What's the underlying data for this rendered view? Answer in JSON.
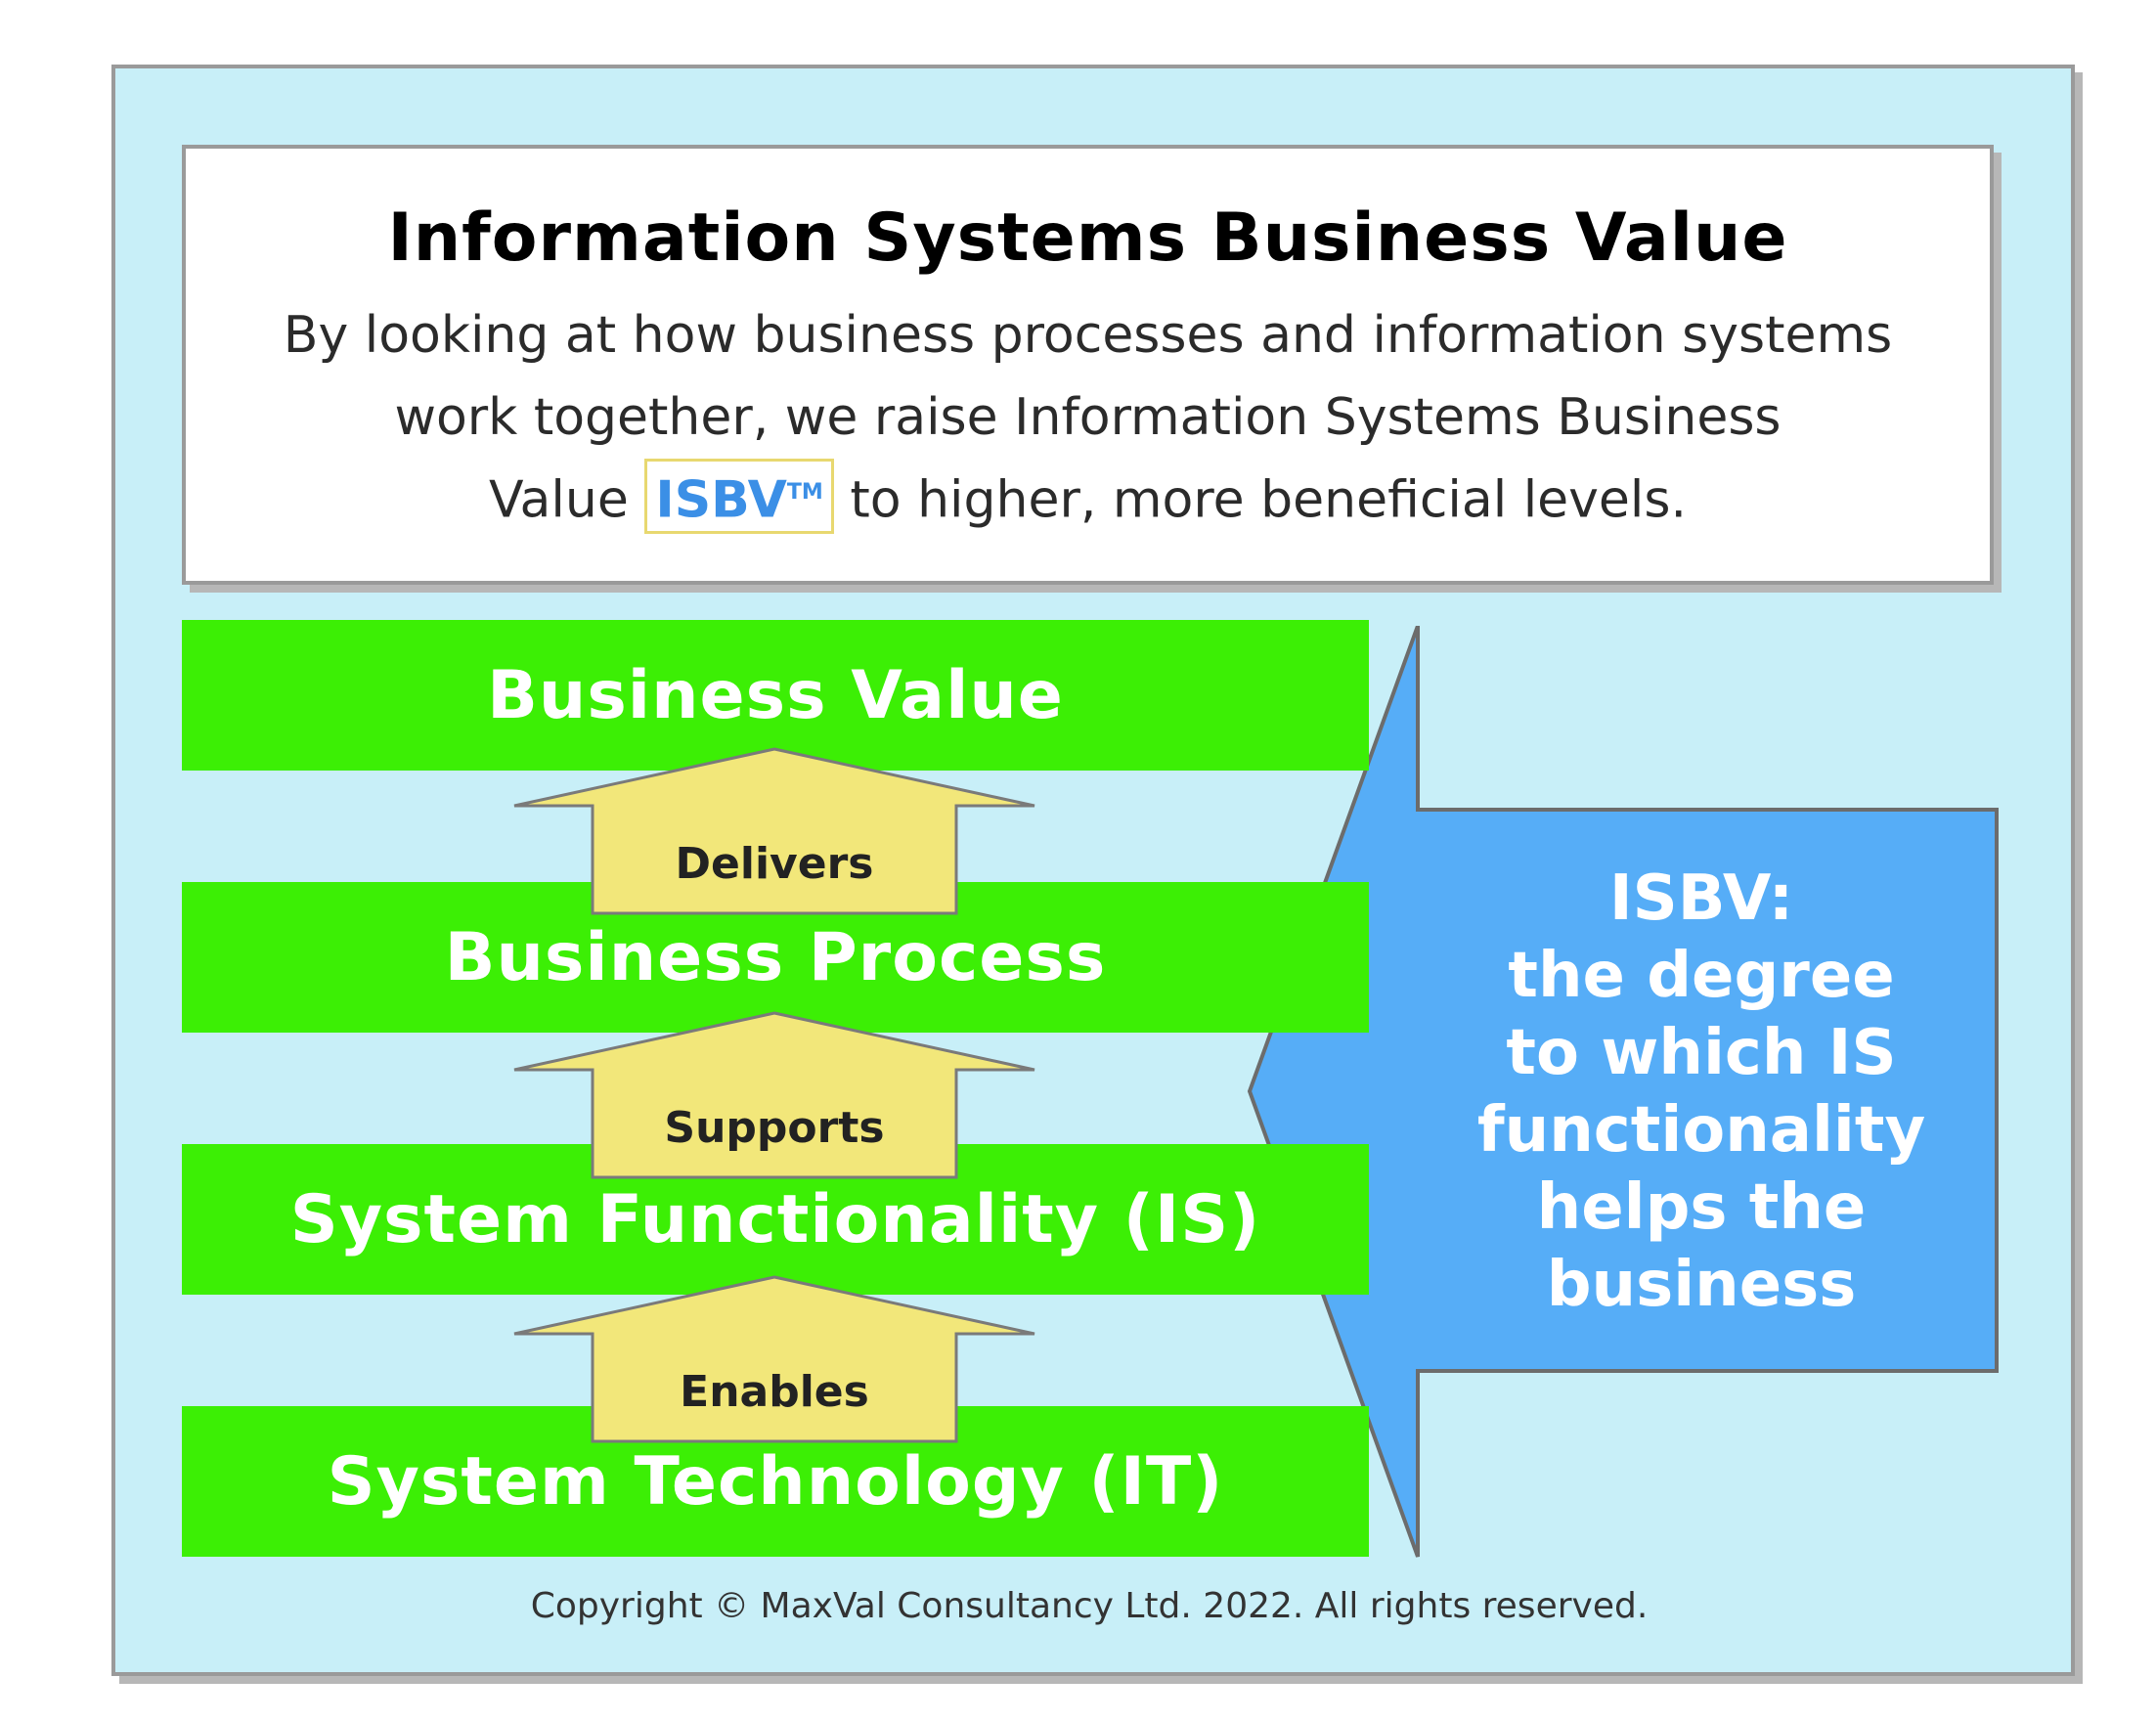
{
  "header": {
    "title": "Information Systems Business Value",
    "line1": "By looking at how business processes and information systems",
    "line2": "work together, we raise Information Systems Business",
    "line3_pre": "Value",
    "isbv_badge": "ISBV",
    "isbv_tm": "TM",
    "line3_post": "to higher, more beneficial levels."
  },
  "tiers": {
    "business_value": "Business Value",
    "business_process": "Business Process",
    "system_functionality": "System Functionality (IS)",
    "system_technology": "System Technology (IT)"
  },
  "arrows": {
    "delivers": "Delivers",
    "supports": "Supports",
    "enables": "Enables"
  },
  "isbv_callout": {
    "line1": "ISBV:",
    "line2": "the degree",
    "line3": "to which IS",
    "line4": "functionality",
    "line5": "helps the",
    "line6": "business"
  },
  "footer": {
    "copyright": "Copyright © MaxVal Consultancy Ltd. 2022. All rights reserved."
  },
  "colors": {
    "panel_bg": "#c8eff8",
    "tier_green": "#3cef05",
    "arrow_yellow": "#f2e77a",
    "callout_blue": "#56adf7"
  }
}
